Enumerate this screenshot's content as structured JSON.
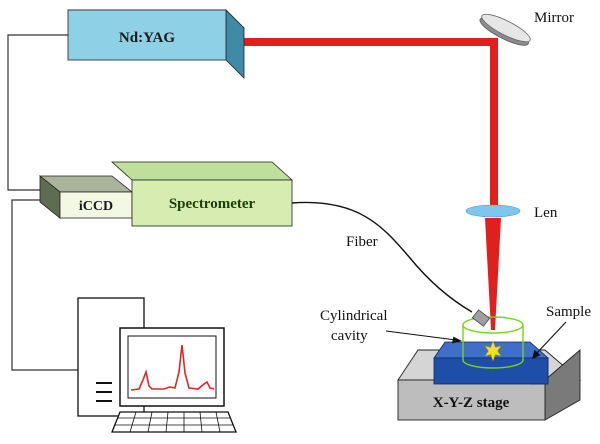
{
  "labels": {
    "laser": "Nd:YAG",
    "mirror": "Mirror",
    "spectrometer": "Spectrometer",
    "iccd": "iCCD",
    "lens": "Len",
    "fiber": "Fiber",
    "cavity_line1": "Cylindrical",
    "cavity_line2": "cavity",
    "sample": "Sample",
    "stage": "X-Y-Z stage"
  },
  "colors": {
    "laser_beam": "#e0201e",
    "laser_box": "#8ed0e6",
    "spectrometer_box": "#d6ecb0",
    "iccd_box": "#f3f8e4",
    "sample_box": "#1f4ea8",
    "stage_box": "#bdbdbd",
    "cavity": "#7ad11e",
    "lens": "#7fc6ee",
    "spectrum_line": "#d62a2a",
    "spark": "#f5e11a"
  },
  "icons": {
    "computer": "computer-monitor-icon",
    "spark": "plasma-spark-icon"
  }
}
